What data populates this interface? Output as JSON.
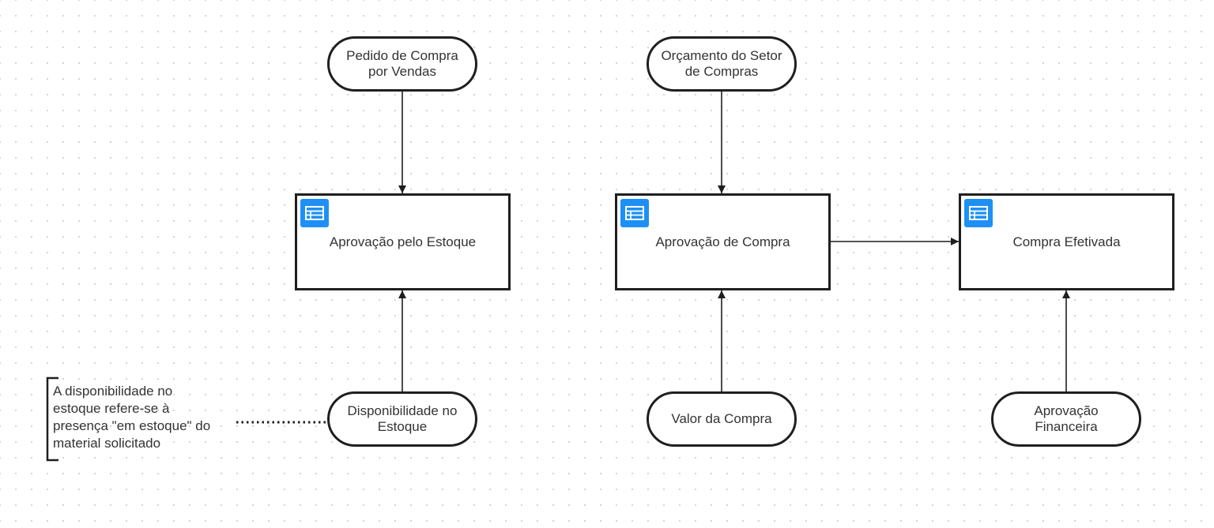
{
  "diagram": {
    "nodes": {
      "pedido_compra": {
        "label": "Pedido de Compra\npor Vendas"
      },
      "orcamento_setor": {
        "label": "Orçamento do Setor\nde Compras"
      },
      "aprovacao_estoque": {
        "label": "Aprovação pelo Estoque",
        "icon": "table-icon"
      },
      "aprovacao_compra": {
        "label": "Aprovação de Compra",
        "icon": "table-icon"
      },
      "compra_efetivada": {
        "label": "Compra Efetivada",
        "icon": "table-icon"
      },
      "disponibilidade_estoque": {
        "label": "Disponibilidade no\nEstoque"
      },
      "valor_compra": {
        "label": "Valor da Compra"
      },
      "aprovacao_financeira": {
        "label": "Aprovação\nFinanceira"
      }
    },
    "annotation": {
      "text": "A disponibilidade no\nestoque refere-se à\npresença \"em estoque\" do\nmaterial solicitado"
    },
    "edges": [
      {
        "from": "pedido_compra",
        "to": "aprovacao_estoque"
      },
      {
        "from": "disponibilidade_estoque",
        "to": "aprovacao_estoque"
      },
      {
        "from": "orcamento_setor",
        "to": "aprovacao_compra"
      },
      {
        "from": "valor_compra",
        "to": "aprovacao_compra"
      },
      {
        "from": "aprovacao_compra",
        "to": "compra_efetivada"
      },
      {
        "from": "aprovacao_financeira",
        "to": "compra_efetivada"
      }
    ],
    "colors": {
      "stroke": "#1f1f1f",
      "icon_bg": "#1e90f5",
      "text": "#333333",
      "grid_dot": "#d4d4d4"
    }
  }
}
